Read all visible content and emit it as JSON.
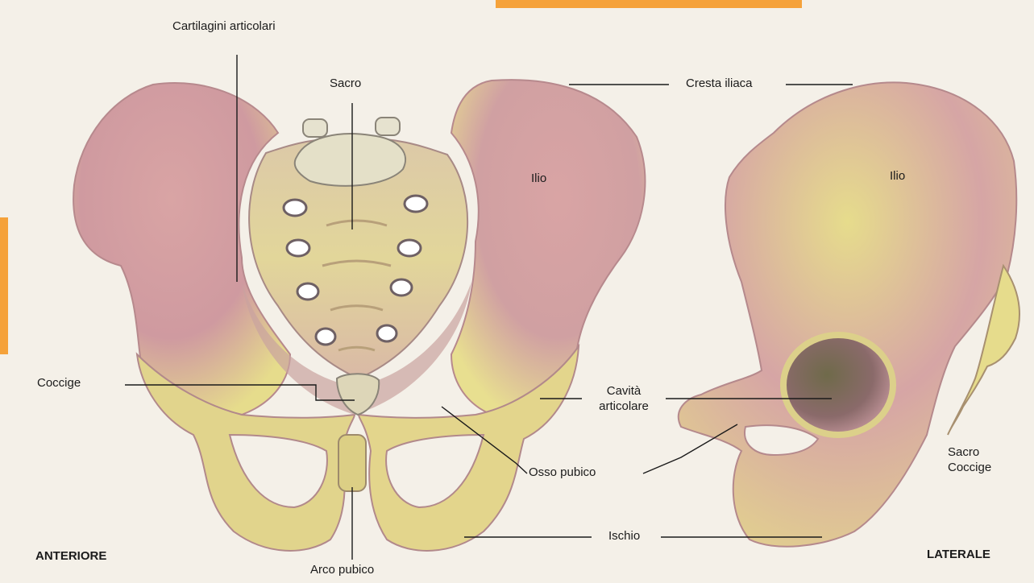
{
  "colors": {
    "page_background": "#f4f0e8",
    "bone_light": "#e6dc8c",
    "bone_mid": "#d9c7a0",
    "bone_pink": "#d7a3a3",
    "bone_shadow": "#a67a82",
    "foramen": "#ffffff",
    "leader_line": "#1a1a1a",
    "accent_orange": "#f5a23a"
  },
  "labels": {
    "cartilagini": "Cartilagini articolari",
    "sacro_top": "Sacro",
    "cresta": "Cresta iliaca",
    "ilio_front": "Ilio",
    "ilio_side": "Ilio",
    "coccige": "Coccige",
    "cavita_line1": "Cavità",
    "cavita_line2": "articolare",
    "osso_pubico": "Osso pubico",
    "ischio": "Ischio",
    "arco_pubico": "Arco pubico",
    "sacro_side": "Sacro",
    "coccige_side": "Coccige",
    "anteriore": "ANTERIORE",
    "laterale": "LATERALE"
  }
}
